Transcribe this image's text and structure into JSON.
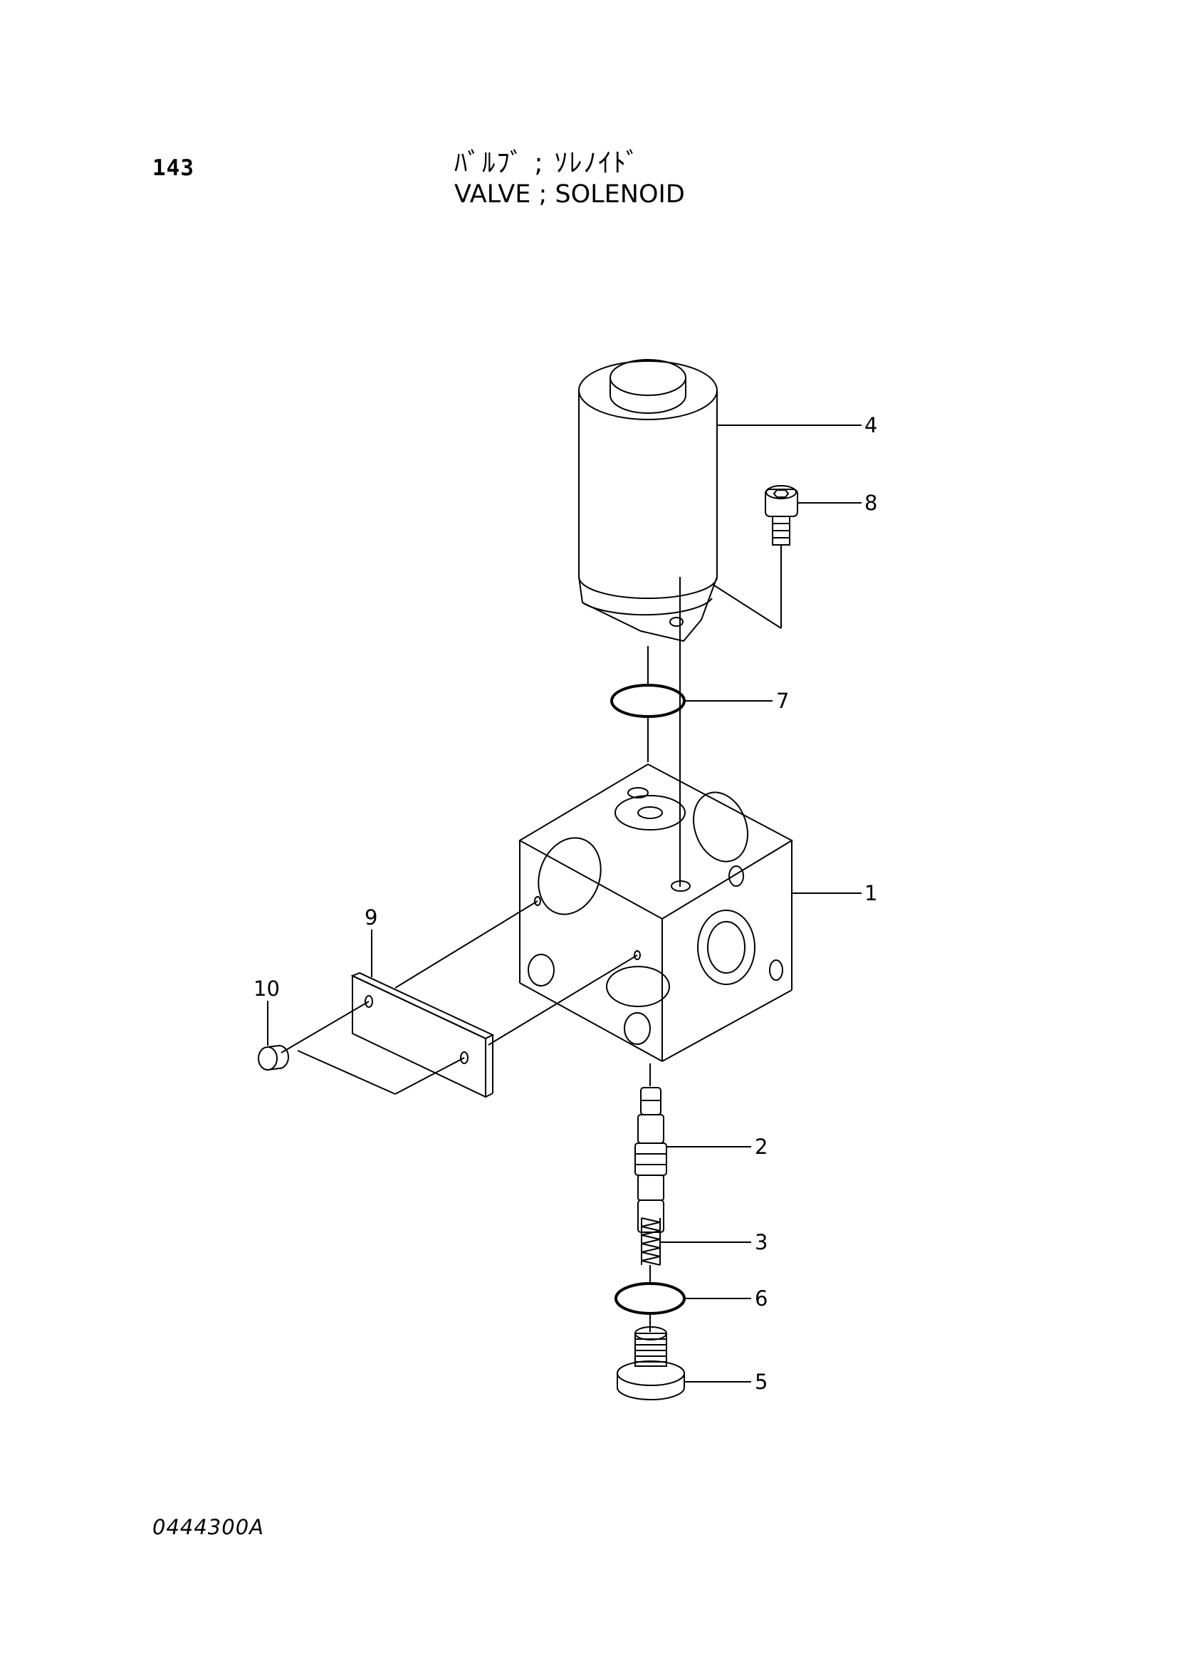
{
  "header": {
    "page_number": "143",
    "title_jp": "ﾊﾞﾙﾌﾞ ; ｿﾚﾉｲﾄﾞ",
    "title_en": "VALVE ; SOLENOID"
  },
  "footer": {
    "drawing_code": "0444300A"
  },
  "callouts": [
    "1",
    "2",
    "3",
    "4",
    "5",
    "6",
    "7",
    "8",
    "9",
    "10"
  ]
}
